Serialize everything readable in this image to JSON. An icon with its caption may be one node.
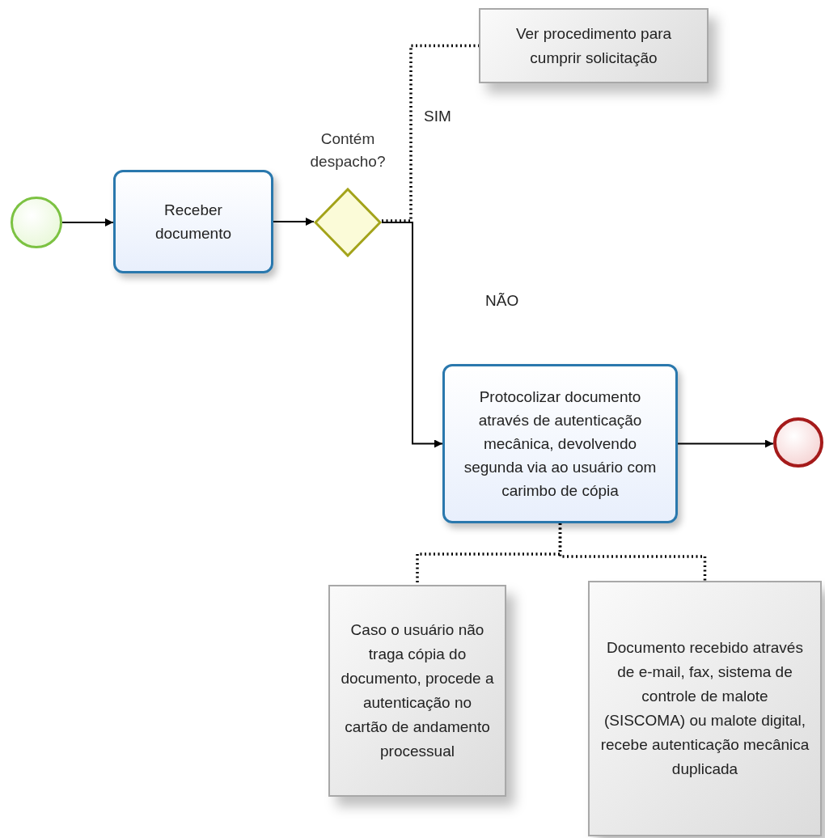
{
  "diagram": {
    "nodes": [
      {
        "text": [],
        "shape": "circle"
      },
      {
        "text": [
          "Receber documento"
        ]
      },
      {
        "text": [
          "Contém despacho?"
        ]
      },
      {
        "text": [
          "Ver procedimento para cumprir solicitação"
        ]
      },
      {
        "text": [
          "Protocolizar documento através de autenticação mecânica, devolvendo segunda via ao usuário com carimbo de cópia"
        ]
      },
      {
        "text": [],
        "shape": "circle"
      },
      {
        "text": [
          "Caso o usuário não traga cópia do documento, procede a autenticação no cartão de andamento processual"
        ]
      },
      {
        "text": [
          "Documento recebido através de e-mail, fax, sistema de controle de malote (SISCOMA) ou malote digital, recebe autenticação mecânica duplicada"
        ]
      }
    ],
    "edges": [
      {
        "from": 0,
        "to": 1,
        "arrow": "to"
      },
      {
        "from": 1,
        "to": 2,
        "arrow": "to"
      },
      {
        "from": 2,
        "to": 4,
        "arrow": "to",
        "label": "NÃO"
      },
      {
        "from": 2,
        "to": 3,
        "arrow": "none",
        "label": "SIM",
        "style": "dashed"
      },
      {
        "from": 4,
        "to": 5,
        "arrow": "to"
      },
      {
        "from": 4,
        "to": 6,
        "arrow": "none",
        "style": "dashed"
      },
      {
        "from": 4,
        "to": 7,
        "arrow": "none",
        "style": "dashed"
      }
    ]
  }
}
